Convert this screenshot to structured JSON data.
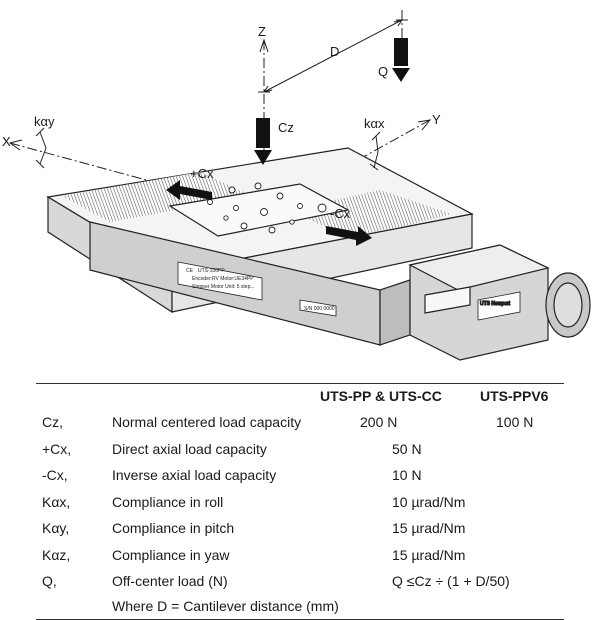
{
  "figure": {
    "axis_labels": {
      "z": "Z",
      "x": "X",
      "y": "Y",
      "d": "D",
      "q": "Q",
      "cz": "Cz",
      "plus_cx": "+Cx",
      "minus_cx": "-Cx",
      "k_alpha_y": "kαy",
      "k_alpha_x": "kαx"
    },
    "stage_markings": {
      "line1": "UTS-100PP",
      "line2": "Encoder:RV  Motor:UE34PP",
      "line3": "Stepper Motor Unit: 5 step...",
      "serial": "S/N 000 0000",
      "motor_label": "UTS Newport"
    }
  },
  "spec_table": {
    "headers": [
      "",
      "",
      "UTS-PP & UTS-CC",
      "UTS-PPV6"
    ],
    "rows": [
      {
        "symbol": "Cz,",
        "description": "Normal centered load capacity",
        "pp_cc": "200 N",
        "ppv6": "100 N",
        "shared": ""
      },
      {
        "symbol": "+Cx,",
        "description": "Direct axial load capacity",
        "pp_cc": "",
        "ppv6": "",
        "shared": "50 N"
      },
      {
        "symbol": "-Cx,",
        "description": "Inverse axial load capacity",
        "pp_cc": "",
        "ppv6": "",
        "shared": "10 N"
      },
      {
        "symbol": "Kαx,",
        "description": "Compliance in roll",
        "pp_cc": "",
        "ppv6": "",
        "shared": "10 µrad/Nm"
      },
      {
        "symbol": "Kαy,",
        "description": "Compliance in pitch",
        "pp_cc": "",
        "ppv6": "",
        "shared": "15 µrad/Nm"
      },
      {
        "symbol": "Kαz,",
        "description": "Compliance in yaw",
        "pp_cc": "",
        "ppv6": "",
        "shared": "15 µrad/Nm"
      },
      {
        "symbol": "Q,",
        "description": "Off-center load (N)",
        "pp_cc": "",
        "ppv6": "",
        "shared": "Q ≤Cz ÷ (1 + D/50)"
      }
    ],
    "footnote": "Where D = Cantilever distance (mm)"
  }
}
